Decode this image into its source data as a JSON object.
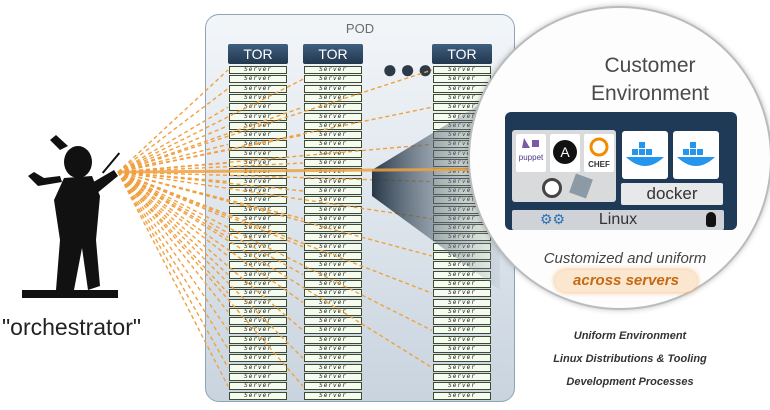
{
  "pod": {
    "title": "POD",
    "tor_label": "TOR",
    "server_label": "Server",
    "columns": 3,
    "servers_per_column": 36
  },
  "orchestrator_label": "\"orchestrator\"",
  "customer_environment": {
    "title_line1": "Customer",
    "title_line2": "Environment",
    "tools": [
      "puppet",
      "A",
      "CHEF"
    ],
    "container_label": "docker",
    "os_label": "Linux",
    "caption": "Customized and uniform",
    "highlight": "across servers"
  },
  "notes": [
    "Uniform Environment",
    "Linux Distributions & Tooling",
    "Development Processes"
  ],
  "colors": {
    "line": "#f0a040",
    "tor": "#2e4a66",
    "env_box": "#1e3a57",
    "docker": "#2496ed",
    "highlight": "#c56a14"
  }
}
